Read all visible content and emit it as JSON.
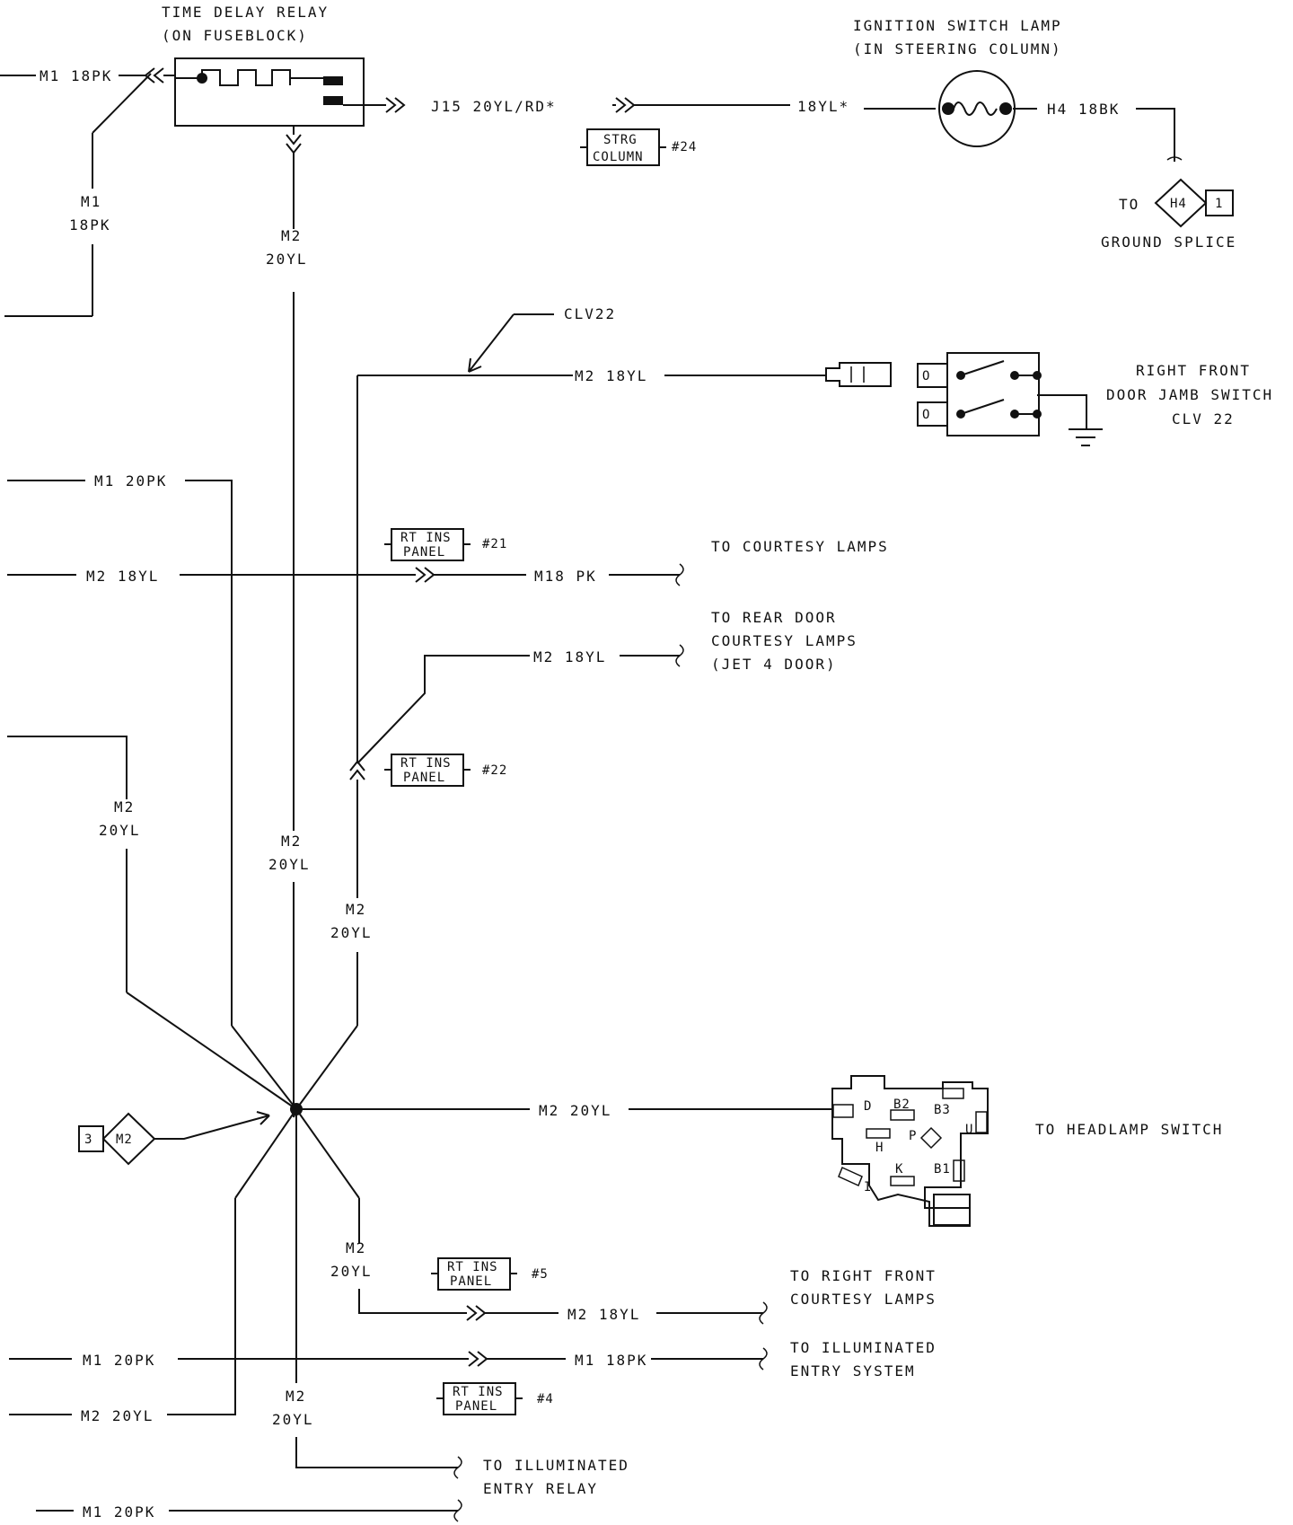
{
  "relay": {
    "title_line1": "TIME DELAY RELAY",
    "title_line2": "(ON FUSEBLOCK)"
  },
  "ignition_lamp": {
    "title_line1": "IGNITION SWITCH LAMP",
    "title_line2": "(IN STEERING COLUMN)"
  },
  "wires": {
    "m1_18pk_top": "M1 18PK",
    "m1_vert_a": "M1",
    "m1_vert_b": "18PK",
    "m2_vert_a": "M2",
    "m2_vert_b": "20YL",
    "j15": "J15 20YL/RD*",
    "yl18star": "18YL*",
    "h4_18bk": "H4 18BK",
    "clv22": "CLV22",
    "m2_18yl": "M2 18YL",
    "m1_20pk": "M1 20PK",
    "m18_pk": "M18 PK",
    "m2_20yl": "M2 20YL",
    "m1_18pk": "M1 18PK"
  },
  "connectors": {
    "strg_a": "STRG",
    "strg_b": "COLUMN",
    "strg_num": "#24",
    "rt_a": "RT INS",
    "rt_b": "PANEL",
    "n21": "#21",
    "n22": "#22",
    "n5": "#5",
    "n4": "#4"
  },
  "splices": {
    "h4_label": "H4",
    "h4_num": "1",
    "m2_label": "M2",
    "m2_num": "3"
  },
  "destinations": {
    "to": "TO",
    "ground_splice": "GROUND SPLICE",
    "door_jamb_1": "RIGHT FRONT",
    "door_jamb_2": "DOOR JAMB SWITCH",
    "door_jamb_3": "CLV 22",
    "courtesy": "TO COURTESY LAMPS",
    "rear_door_1": "TO REAR DOOR",
    "rear_door_2": "COURTESY LAMPS",
    "rear_door_3": "(JET 4 DOOR)",
    "headlamp": "TO HEADLAMP SWITCH",
    "rf_courtesy_1": "TO RIGHT FRONT",
    "rf_courtesy_2": "COURTESY LAMPS",
    "ill_entry_sys_1": "TO ILLUMINATED",
    "ill_entry_sys_2": "ENTRY SYSTEM",
    "ill_entry_relay_1": "TO ILLUMINATED",
    "ill_entry_relay_2": "ENTRY RELAY"
  },
  "headlamp_pins": {
    "d": "D",
    "b2": "B2",
    "b3": "B3",
    "h": "H",
    "p": "P",
    "u": "U",
    "k": "K",
    "b1": "B1",
    "i": "I"
  }
}
